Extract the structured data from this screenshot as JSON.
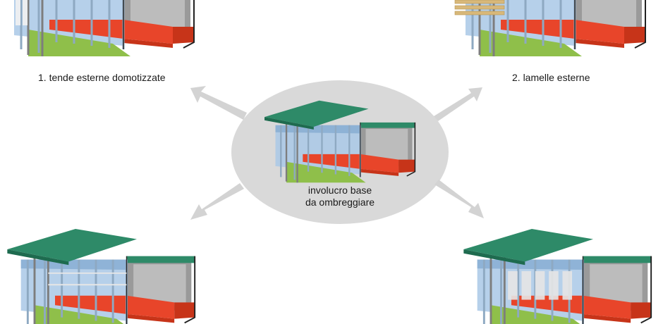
{
  "captions": {
    "option_1": "1. tende esterne domotizzate",
    "option_2": "2. lamelle esterne",
    "center_line1": "involucro base",
    "center_line2": "da ombreggiare"
  },
  "colors": {
    "ellipse": "#d9d9d9",
    "arrow": "#d3d3d3",
    "roof": "#2e8a68",
    "roof_dark": "#1e6b4f",
    "glass": "#a9c8e6",
    "frame": "#9fb6cb",
    "floor_red": "#e8452a",
    "floor_red_dark": "#c73419",
    "lawn": "#8fbf4a",
    "wall_grey": "#9a9a9a",
    "louver": "#d8b87a",
    "blind": "#e6e6e6"
  }
}
